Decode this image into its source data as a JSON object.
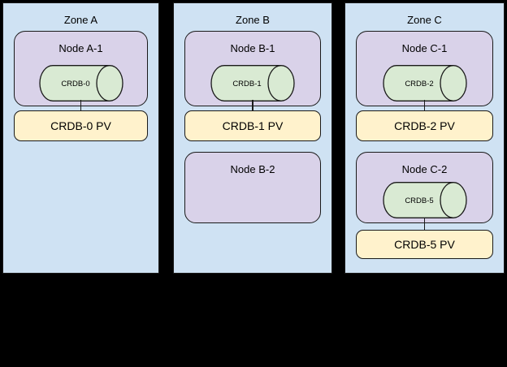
{
  "colors": {
    "canvas_bg": "#000000",
    "zone_fill": "#cfe2f3",
    "node_fill": "#d9d2e9",
    "cylinder_fill": "#d9ead3",
    "pv_fill": "#fff2cc",
    "shape_border": "#1a1a1a",
    "text": "#000000"
  },
  "zones": [
    {
      "title": "Zone A",
      "nodes": [
        {
          "title": "Node A-1",
          "cylinder_label": "CRDB-0",
          "pv_label": "CRDB-0 PV"
        }
      ]
    },
    {
      "title": "Zone B",
      "nodes": [
        {
          "title": "Node B-1",
          "cylinder_label": "CRDB-1",
          "pv_label": "CRDB-1 PV"
        },
        {
          "title": "Node B-2"
        }
      ]
    },
    {
      "title": "Zone C",
      "nodes": [
        {
          "title": "Node C-1",
          "cylinder_label": "CRDB-2",
          "pv_label": "CRDB-2 PV"
        },
        {
          "title": "Node C-2",
          "cylinder_label": "CRDB-5",
          "pv_label": "CRDB-5 PV"
        }
      ]
    }
  ]
}
